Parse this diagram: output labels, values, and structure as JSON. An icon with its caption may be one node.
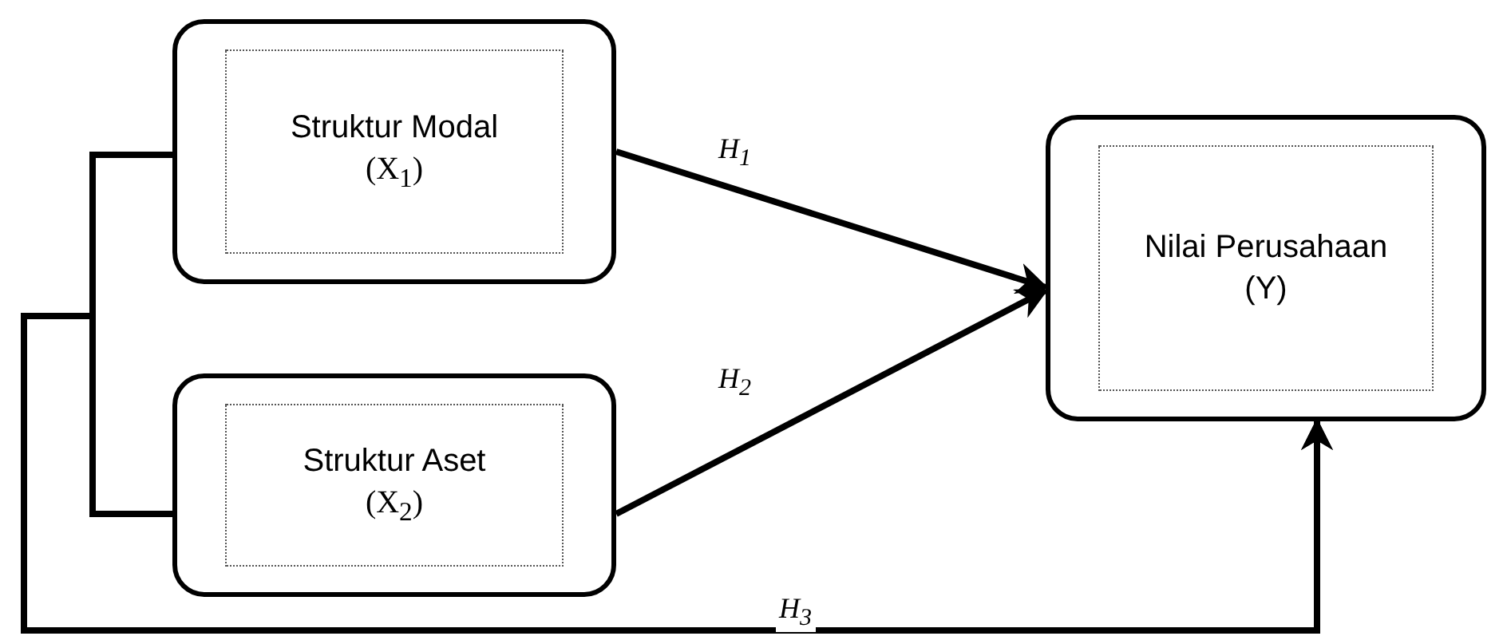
{
  "diagram": {
    "nodes": [
      {
        "text": [
          "Struktur Modal",
          "(X$_{1}$)"
        ]
      },
      {
        "text": [
          "Struktur Aset",
          "(X$_{2}$)"
        ]
      },
      {
        "text": [
          "Nilai Perusahaan (Y)"
        ]
      }
    ],
    "edges": [
      {
        "from": 0,
        "to": 2,
        "arrow": "to",
        "label": "H$_{1}$"
      },
      {
        "from": 1,
        "to": 2,
        "arrow": "to",
        "label": "H$_{2}$"
      },
      {
        "from": 0,
        "to": 2,
        "arrow": "to",
        "label": "H$_{3}$"
      },
      {
        "from": 1,
        "to": 2,
        "arrow": "to"
      }
    ]
  }
}
